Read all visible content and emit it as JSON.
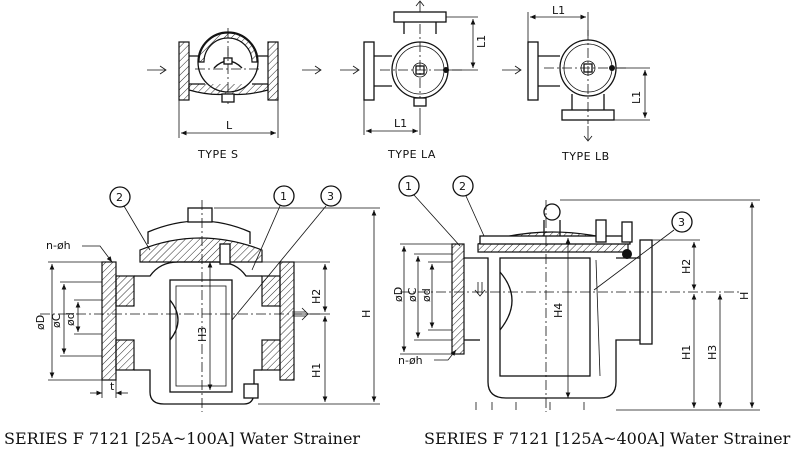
{
  "top_views": [
    {
      "type_label": "TYPE S",
      "dims": [
        "L"
      ]
    },
    {
      "type_label": "TYPE LA",
      "dims": [
        "L1",
        "L1"
      ]
    },
    {
      "type_label": "TYPE LB",
      "dims": [
        "L1",
        "L1"
      ]
    }
  ],
  "small_series": {
    "caption": "SERIES F 7121 [25A~100A] Water Strainer",
    "callouts": [
      "2",
      "1",
      "3"
    ],
    "dims": {
      "nh": "n-øh",
      "D": "øD",
      "C": "øC",
      "d": "ød",
      "H2": "H2",
      "H3": "H3",
      "H1": "H1",
      "H": "H",
      "t": "t"
    }
  },
  "large_series": {
    "caption": "SERIES F 7121 [125A~400A] Water Strainer",
    "callouts": [
      "1",
      "2",
      "3"
    ],
    "dims": {
      "nh": "n-øh",
      "D": "øD",
      "C": "øC",
      "d": "ød",
      "H4": "H4",
      "H2": "H2",
      "H1": "H1",
      "H3": "H3",
      "H": "H"
    }
  }
}
